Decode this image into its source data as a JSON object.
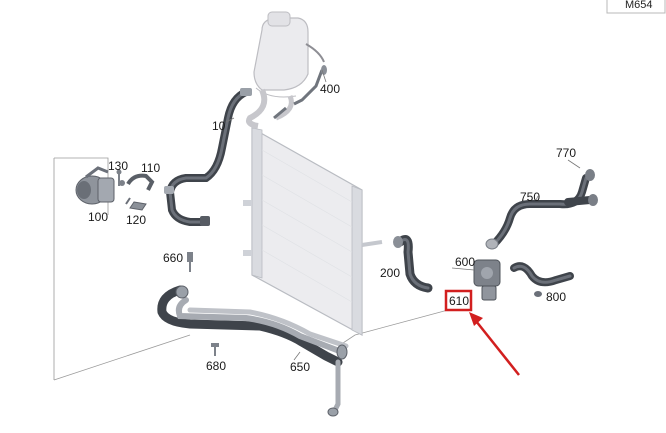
{
  "diagram": {
    "model_tag": "M654",
    "highlight_color": "#d21f1f",
    "parts": [
      {
        "id": "p10",
        "label": "10"
      },
      {
        "id": "p100",
        "label": "100"
      },
      {
        "id": "p110",
        "label": "110"
      },
      {
        "id": "p120",
        "label": "120"
      },
      {
        "id": "p130",
        "label": "130"
      },
      {
        "id": "p200",
        "label": "200"
      },
      {
        "id": "p400",
        "label": "400"
      },
      {
        "id": "p600",
        "label": "600"
      },
      {
        "id": "p610",
        "label": "610",
        "highlighted": true
      },
      {
        "id": "p650",
        "label": "650"
      },
      {
        "id": "p660",
        "label": "660"
      },
      {
        "id": "p680",
        "label": "680"
      },
      {
        "id": "p750",
        "label": "750"
      },
      {
        "id": "p770",
        "label": "770"
      },
      {
        "id": "p800",
        "label": "800"
      }
    ]
  }
}
